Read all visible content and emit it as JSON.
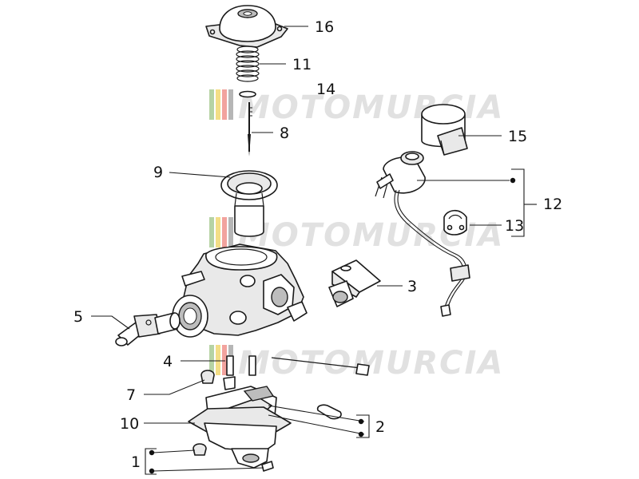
{
  "watermark": {
    "text": "MOTOMURCIA",
    "stripe_colors": [
      "#b6d3a4",
      "#f3de86",
      "#f2a39e",
      "#b6b6b6"
    ]
  },
  "callouts": [
    {
      "id": "16",
      "label": "16"
    },
    {
      "id": "11",
      "label": "11"
    },
    {
      "id": "14",
      "label": "14"
    },
    {
      "id": "8",
      "label": "8"
    },
    {
      "id": "15",
      "label": "15"
    },
    {
      "id": "9",
      "label": "9"
    },
    {
      "id": "12",
      "label": "12"
    },
    {
      "id": "13",
      "label": "13"
    },
    {
      "id": "3",
      "label": "3"
    },
    {
      "id": "5",
      "label": "5"
    },
    {
      "id": "4",
      "label": "4"
    },
    {
      "id": "7",
      "label": "7"
    },
    {
      "id": "2",
      "label": "2"
    },
    {
      "id": "10",
      "label": "10"
    },
    {
      "id": "1",
      "label": "1"
    }
  ]
}
